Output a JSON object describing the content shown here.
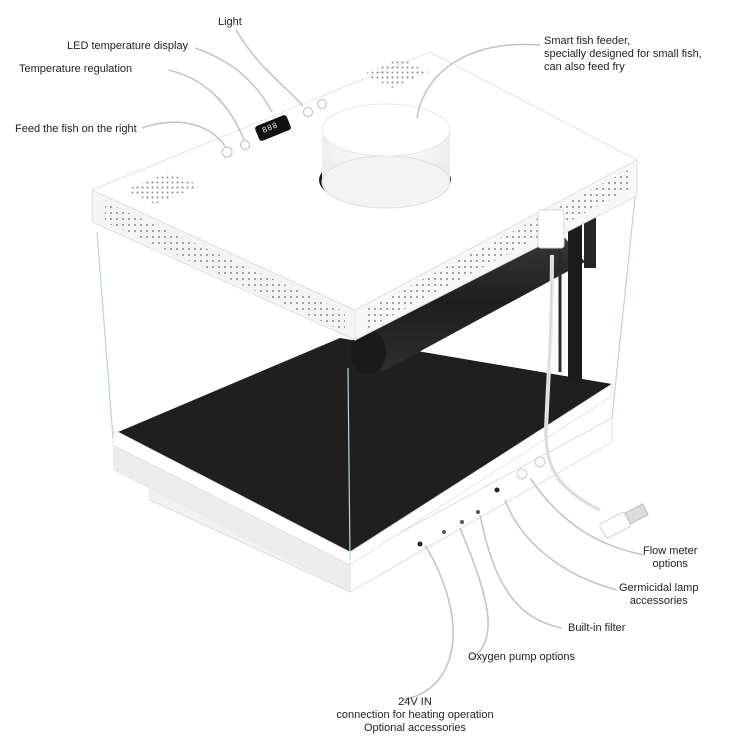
{
  "labels": {
    "light": "Light",
    "led_display": "LED temperature display",
    "temp_regulation": "Temperature regulation",
    "feed_fish": "Feed the fish on the right",
    "feeder": [
      "Smart fish feeder,",
      "specially designed for small fish,",
      "can also feed fry"
    ],
    "flow_meter": [
      "Flow meter",
      "options"
    ],
    "germicidal": [
      "Germicidal lamp",
      "accessories"
    ],
    "filter": "Built-in filter",
    "oxygen": "Oxygen pump options",
    "power": [
      "24V IN",
      "connection for heating operation",
      "Optional accessories"
    ]
  },
  "display": {
    "digits": "888"
  },
  "colors": {
    "lid": "#ffffff",
    "lid_edge": "#e6e6e6",
    "base_floor": "#222222",
    "leader": "#c4c4c4",
    "glass": "#cfe3ea",
    "pump": "#2a2a2a"
  }
}
